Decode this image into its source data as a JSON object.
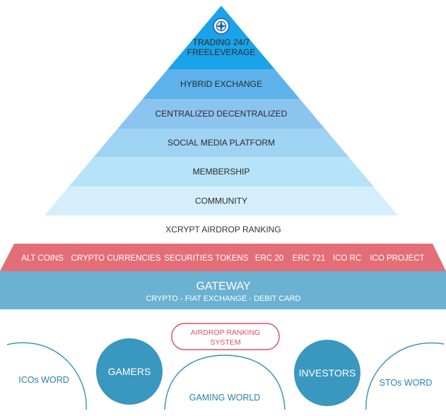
{
  "pyramid": {
    "tiers": [
      {
        "lines": [
          "TRADING 24/7",
          "FREELEVERAGE"
        ],
        "color": "#1aa3e8"
      },
      {
        "lines": [
          "HYBRID EXCHANGE"
        ],
        "color": "#5db2ec"
      },
      {
        "lines": [
          "CENTRALIZED   DECENTRALIZED"
        ],
        "color": "#8cc4f0"
      },
      {
        "lines": [
          "SOCIAL MEDIA PLATFORM"
        ],
        "color": "#9fd3f3"
      },
      {
        "lines": [
          "MEMBERSHIP"
        ],
        "color": "#b6e3f7"
      },
      {
        "lines": [
          "COMMUNITY"
        ],
        "color": "#d4effb"
      }
    ],
    "top_icon": "compass-logo-icon"
  },
  "airdrop_ranking": "XCRYPT AIRDROP RANKING",
  "token_band": {
    "items": [
      "ALT COINS",
      "CRYPTO CURRENCIES",
      "SECURITIES TOKENS",
      "ERC 20",
      "ERC 721",
      "ICO RC",
      "ICO PROJECT"
    ],
    "color": "#e36e78"
  },
  "gateway": {
    "title": "GATEWAY",
    "subtitle": "CRYPTO - FIAT EXCHANGE - DEBIT CARD",
    "color": "#6bb1d1"
  },
  "bottom": {
    "ranking_box": [
      "AIRDROP RANKING",
      "SYSTEM"
    ],
    "gamers": "GAMERS",
    "investors": "INVESTORS",
    "icos_word": "ICOs WORD",
    "gaming_world": "GAMING WORLD",
    "stos_word": "STOs WORD"
  },
  "colors": {
    "circle": "#3a97bf",
    "arc": "#3a97bf",
    "label": "#2a7fae",
    "ranking_box": "#e0525f"
  }
}
